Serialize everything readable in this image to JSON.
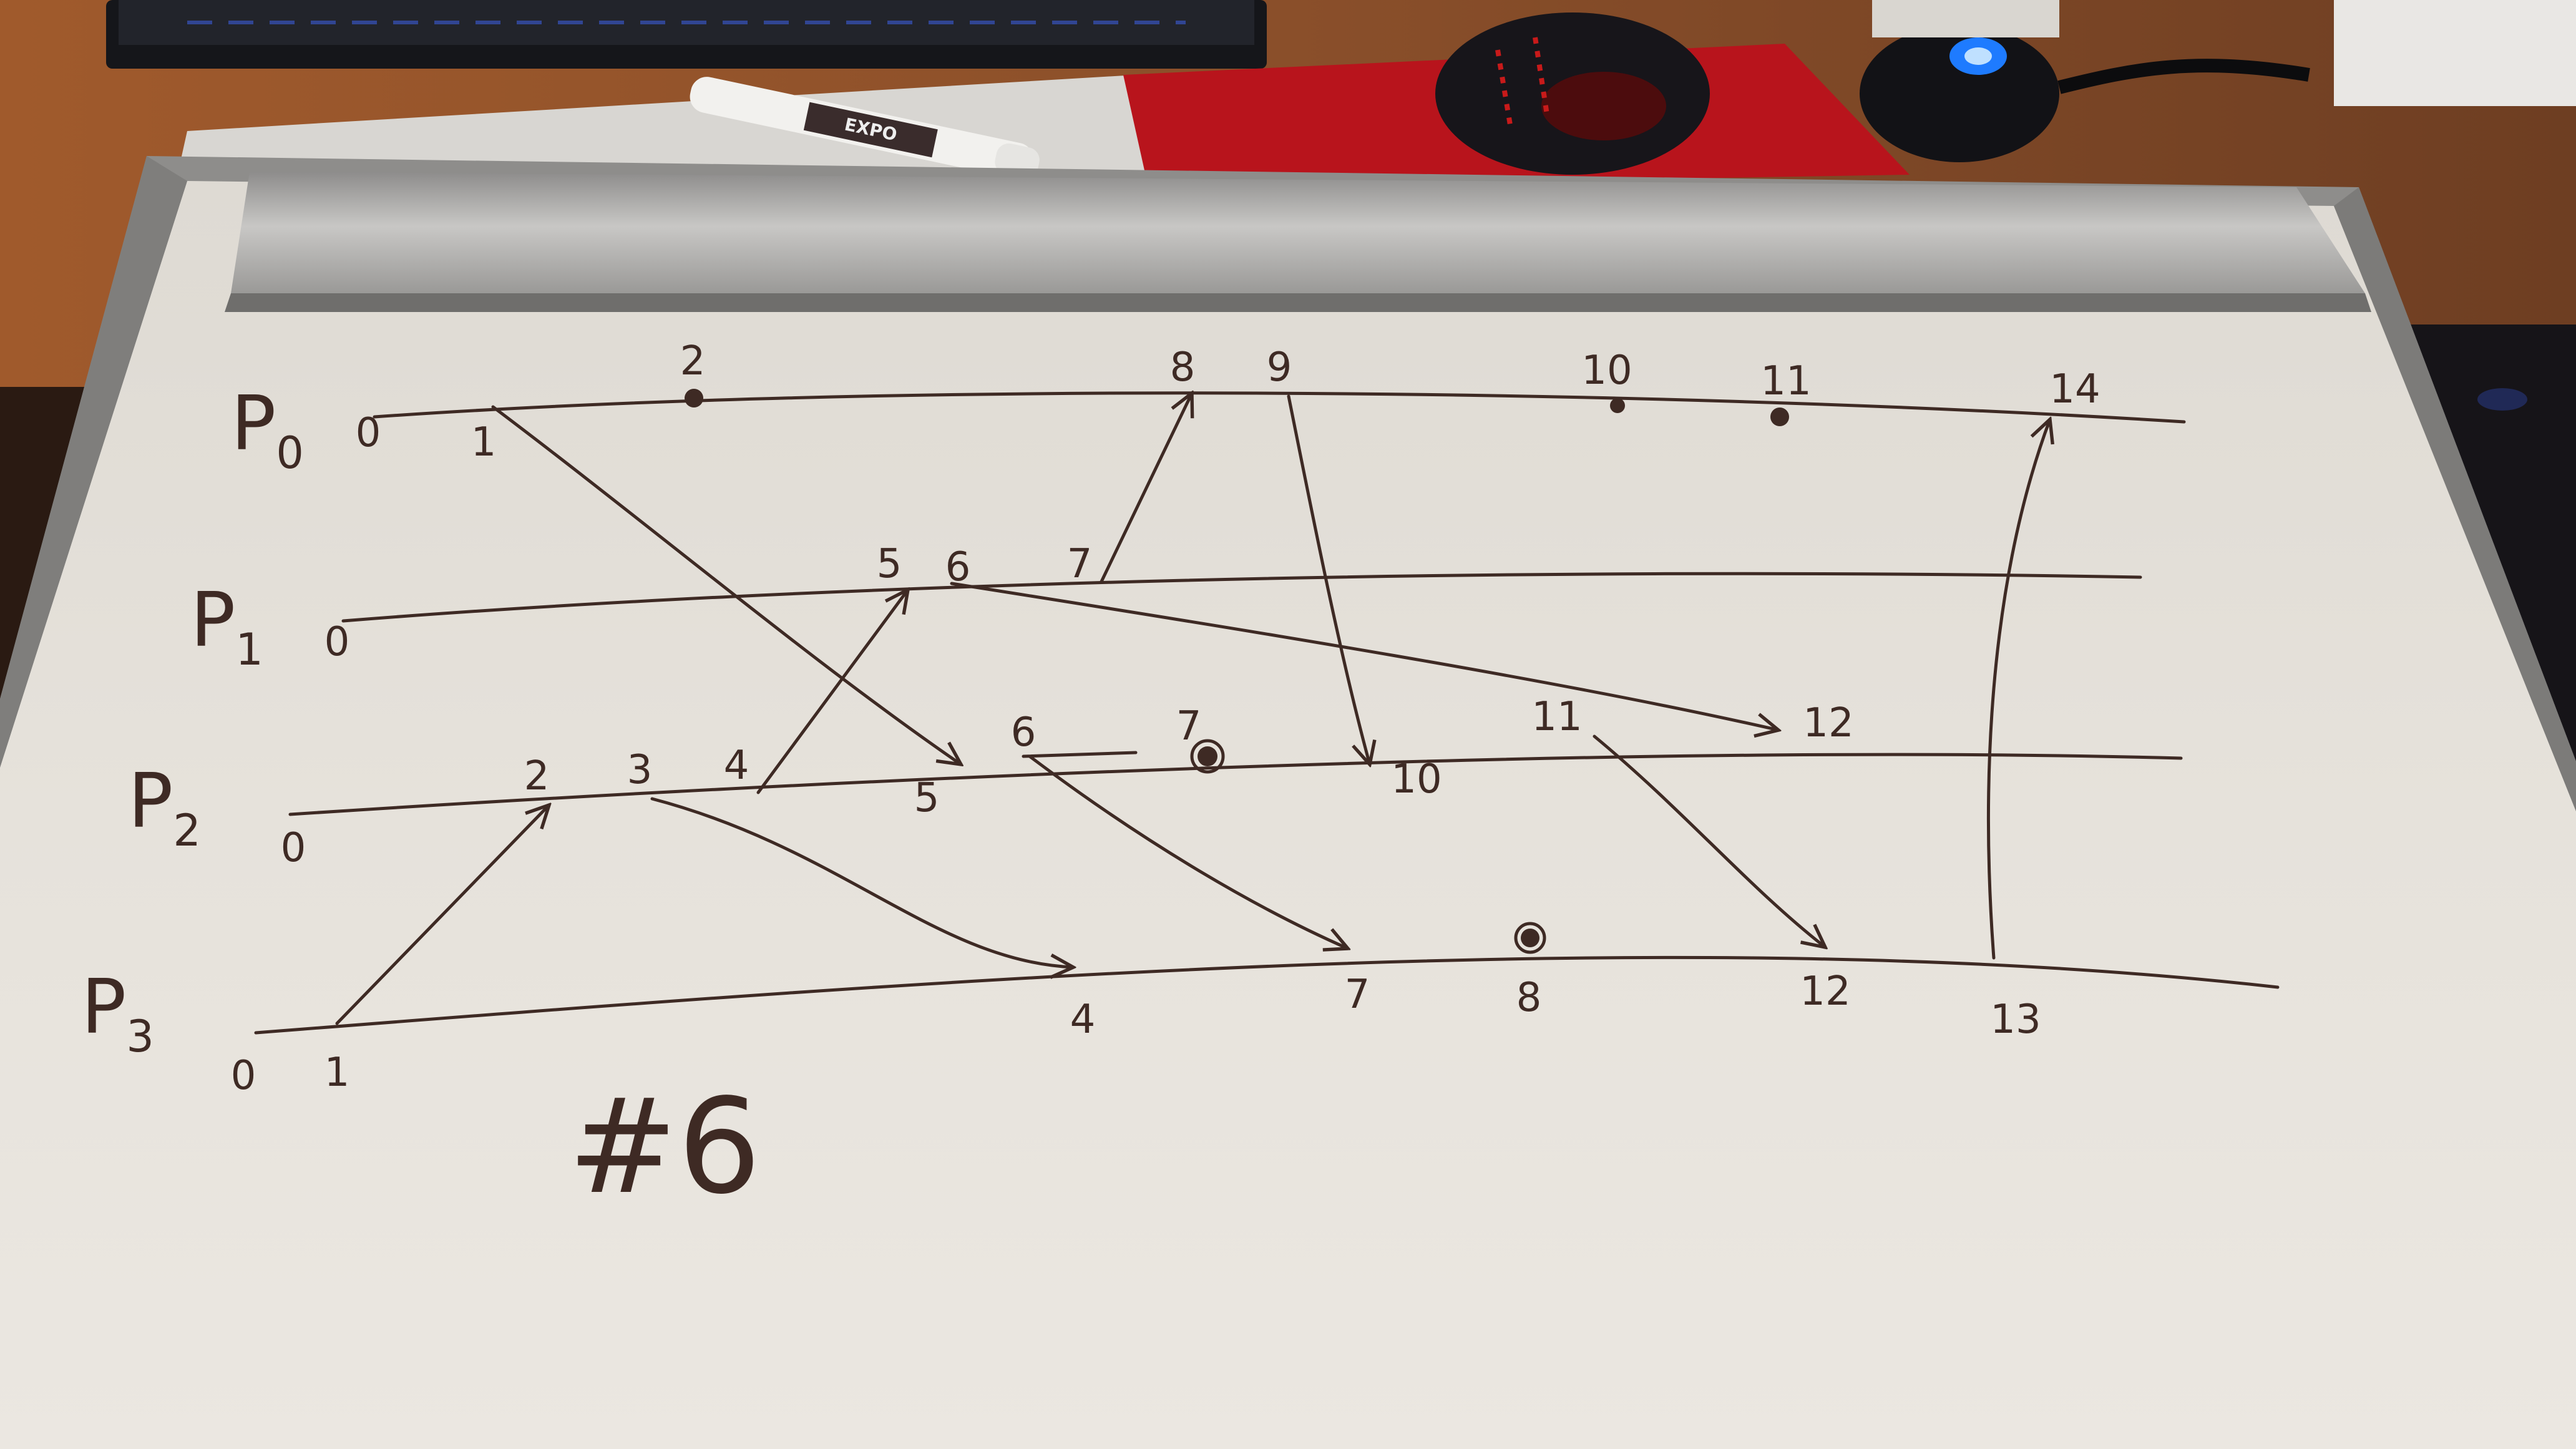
{
  "board": {
    "caption": "#6",
    "processes": [
      {
        "name": "P",
        "sub": "0",
        "events": [
          "0",
          "1",
          "2",
          "8",
          "9",
          "10",
          "11",
          "14"
        ]
      },
      {
        "name": "P",
        "sub": "1",
        "events": [
          "0",
          "5",
          "6",
          "7"
        ]
      },
      {
        "name": "P",
        "sub": "2",
        "events": [
          "0",
          "2",
          "3",
          "4",
          "5",
          "6",
          "7",
          "10",
          "11",
          "12"
        ]
      },
      {
        "name": "P",
        "sub": "3",
        "events": [
          "0",
          "1",
          "4",
          "7",
          "8",
          "12",
          "13"
        ]
      }
    ],
    "messages": [
      {
        "from": "P0:1",
        "to": "P2:5"
      },
      {
        "from": "P1:7",
        "to": "P0:8"
      },
      {
        "from": "P0:9",
        "to": "P2:10"
      },
      {
        "from": "P1:6",
        "to": "P2:12"
      },
      {
        "from": "P2:4",
        "to": "P1:5"
      },
      {
        "from": "P3:1",
        "to": "P2:2"
      },
      {
        "from": "P2:3",
        "to": "P3:4"
      },
      {
        "from": "P2:6",
        "to": "P3:7"
      },
      {
        "from": "P2:11",
        "to": "P3:12"
      },
      {
        "from": "P3:13",
        "to": "P0:14"
      }
    ]
  },
  "desk": {
    "marker_brand": "EXPO"
  },
  "colors": {
    "ink": "#3e2a24",
    "board": "#e4e0da",
    "desk": "#7a4a2a",
    "tray": "#a9a8a6",
    "mousepad": "#b8141c",
    "led": "#1e7bff"
  }
}
